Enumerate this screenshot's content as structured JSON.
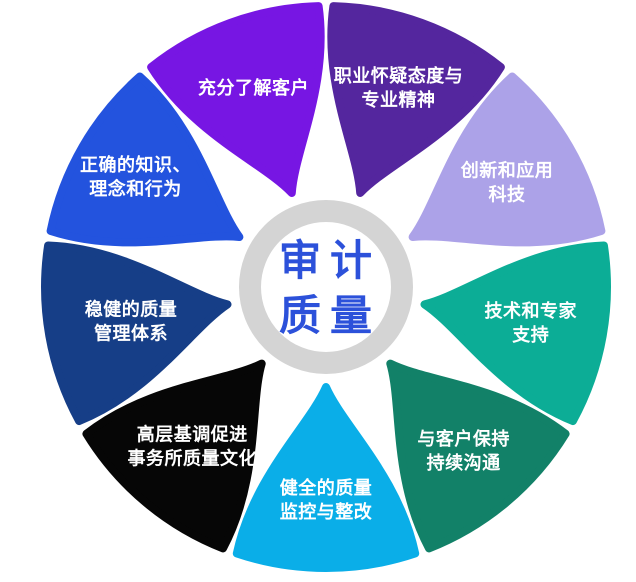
{
  "diagram": {
    "background_color": "#FFFFFF",
    "label_color": "#FFFFFF",
    "center": {
      "line1": "审计",
      "line2": "质量",
      "text_color": "#2C51DA",
      "ring_color": "#D4D4D4",
      "inner_color": "#FFFFFF"
    },
    "petals": [
      {
        "id": "professional-skepticism",
        "angle": 20,
        "color": "#54269E",
        "label_radius": 212,
        "lines": [
          "职业怀疑态度与",
          "专业精神"
        ]
      },
      {
        "id": "innovation-and-applied-technology",
        "angle": 60,
        "color": "#ACA2E8",
        "label_radius": 209,
        "lines": [
          "创新和应用",
          "科技"
        ]
      },
      {
        "id": "technical-and-expert-support",
        "angle": 100,
        "color": "#0CAD96",
        "label_radius": 208,
        "lines": [
          "技术和专家",
          "支持"
        ]
      },
      {
        "id": "continuous-client-communication",
        "angle": 140,
        "color": "#128168",
        "label_radius": 214,
        "lines": [
          "与客户保持",
          "持续沟通"
        ]
      },
      {
        "id": "quality-monitoring-remediation",
        "angle": 180,
        "color": "#0AAEE8",
        "label_radius": 213,
        "lines": [
          "健全的质量",
          "监控与整改"
        ]
      },
      {
        "id": "tone-at-the-top-quality-culture",
        "angle": 220,
        "color": "#060606",
        "label_radius": 208,
        "lines": [
          "高层基调促进",
          "事务所质量文化"
        ]
      },
      {
        "id": "robust-quality-management-system",
        "angle": 260,
        "color": "#163E87",
        "label_radius": 198,
        "lines": [
          "稳健的质量",
          "管理体系"
        ]
      },
      {
        "id": "right-knowledge-mindset-behavior",
        "angle": 300,
        "color": "#2353DE",
        "label_radius": 220,
        "lines": [
          "正确的知识、",
          "理念和行为"
        ]
      },
      {
        "id": "fully-understand-the-client",
        "angle": 340,
        "color": "#7716E3",
        "label_radius": 212,
        "lines": [
          "充分了解客户"
        ]
      }
    ]
  }
}
